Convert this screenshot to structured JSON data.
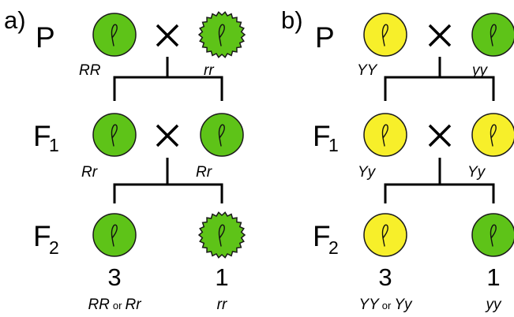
{
  "panels": [
    {
      "label": "a)",
      "generations": {
        "P": "P",
        "F1_base": "F",
        "F1_sub": "1",
        "F2_base": "F",
        "F2_sub": "2"
      },
      "genotypes": {
        "p_left": "RR",
        "p_right": "rr",
        "f1_left": "Rr",
        "f1_right": "Rr",
        "f2_left_a": "RR",
        "f2_left_or": "or",
        "f2_left_b": "Rr",
        "f2_right": "rr"
      },
      "ratio": {
        "left": "3",
        "right": "1"
      },
      "seeds": {
        "p_left": "green-round",
        "p_right": "green-wrinkled",
        "f1_left": "green-round",
        "f1_right": "green-round",
        "f2_left": "green-round",
        "f2_right": "green-wrinkled"
      },
      "cross_symbol": "×"
    },
    {
      "label": "b)",
      "generations": {
        "P": "P",
        "F1_base": "F",
        "F1_sub": "1",
        "F2_base": "F",
        "F2_sub": "2"
      },
      "genotypes": {
        "p_left": "YY",
        "p_right": "yy",
        "f1_left": "Yy",
        "f1_right": "Yy",
        "f2_left_a": "YY",
        "f2_left_or": "or",
        "f2_left_b": "Yy",
        "f2_right": "yy"
      },
      "ratio": {
        "left": "3",
        "right": "1"
      },
      "seeds": {
        "p_left": "yellow-round",
        "p_right": "green-round",
        "f1_left": "yellow-round",
        "f1_right": "yellow-round",
        "f2_left": "yellow-round",
        "f2_right": "green-round"
      },
      "cross_symbol": "×"
    }
  ],
  "colors": {
    "green": "#5ec318",
    "yellow": "#f7ef2a",
    "outline": "#1a1a1a"
  }
}
